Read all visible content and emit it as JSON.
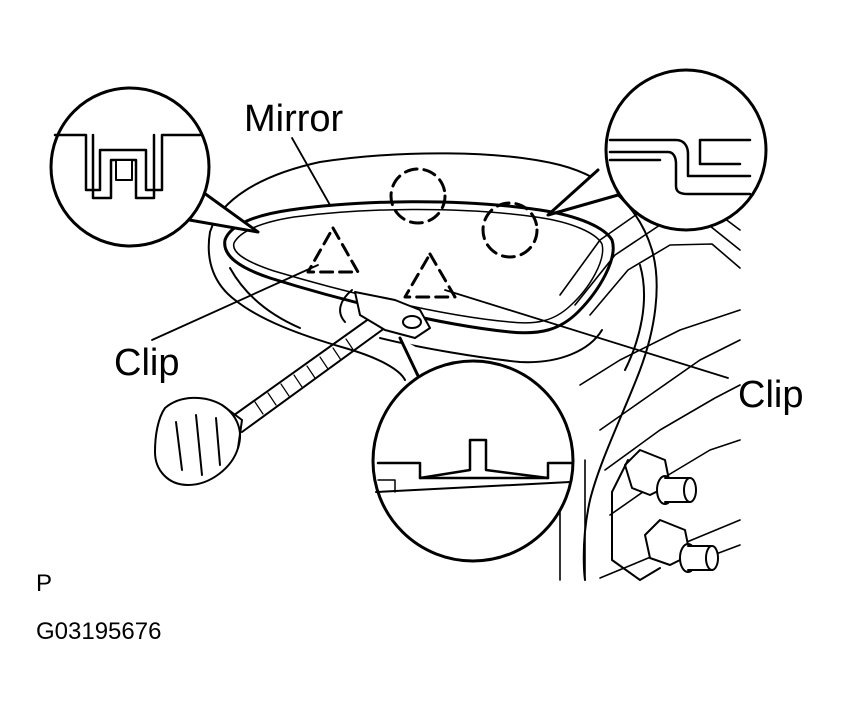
{
  "labels": {
    "mirror": "Mirror",
    "clip_left": "Clip",
    "clip_right": "Clip",
    "view_letter": "P",
    "figure_code": "G03195676"
  },
  "colors": {
    "ink": "#000000",
    "paper": "#ffffff"
  },
  "icons": {
    "screwdriver": "screwdriver-icon",
    "clip_marker": "triangle-marker",
    "claw_marker": "circle-marker"
  }
}
